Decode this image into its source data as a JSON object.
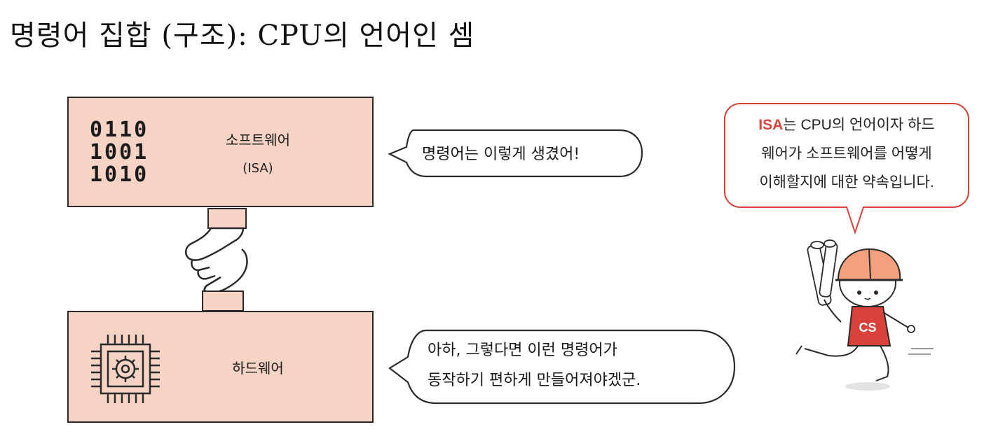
{
  "title": "명령어 집합 (구조): CPU의 언어인 셈",
  "software_box": {
    "binary_lines": [
      "0110",
      "1001",
      "1010"
    ],
    "label": "소프트웨어",
    "sublabel": "(ISA)"
  },
  "hardware_box": {
    "label": "하드웨어",
    "icon": "cpu-gear-icon"
  },
  "handshake_icon": "handshake-icon",
  "bubble_software": "명령어는 이렇게 생겼어!",
  "bubble_hardware": {
    "line1": "아하, 그렇다면 이런 명령어가",
    "line2": "동작하기 편하게 만들어져야겠군."
  },
  "info_bubble": {
    "highlight": "ISA",
    "line1_rest": "는 CPU의 언어이자 하드",
    "line2": "웨어가 소프트웨어를 어떻게",
    "line3": "이해할지에 대한 약속입니다."
  },
  "mascot": {
    "shirt_text": "CS",
    "icon": "worker-mascot-icon"
  },
  "colors": {
    "box_fill": "#f6d3c5",
    "accent_red": "#d9413a",
    "helmet": "#f2a07e"
  }
}
